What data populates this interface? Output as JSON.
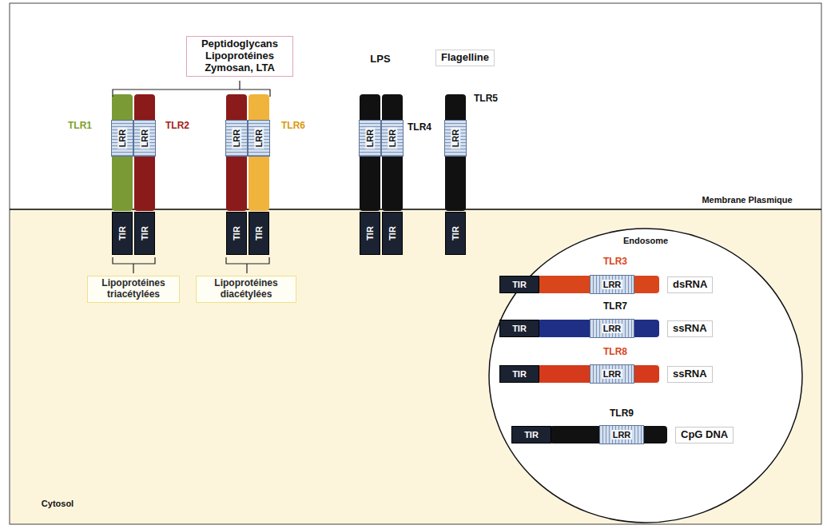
{
  "diagram": {
    "nodes": [
      {
        "text": [
          "Peptidoglycans Lipoprotéines Zymosan, LTA"
        ]
      },
      {
        "text": [
          "Flagelline"
        ]
      },
      {
        "text": [
          "LRR"
        ]
      },
      {
        "text": [
          "LRR"
        ]
      },
      {
        "text": [
          "LRR"
        ]
      },
      {
        "text": [
          "LRR"
        ]
      },
      {
        "text": [
          "LRR"
        ]
      },
      {
        "text": [
          "LRR"
        ]
      },
      {
        "text": [
          "LRR"
        ]
      },
      {
        "text": [
          "TIR"
        ]
      },
      {
        "text": [
          "TIR"
        ]
      },
      {
        "text": [
          "TIR"
        ]
      },
      {
        "text": [
          "TIR"
        ]
      },
      {
        "text": [
          "TIR"
        ]
      },
      {
        "text": [
          "TIR"
        ]
      },
      {
        "text": [
          "TIR"
        ]
      },
      {
        "text": [
          "Lipoprotéines triacétylées"
        ]
      },
      {
        "text": [
          "Lipoprotéines diacétylées"
        ]
      },
      {
        "text": [
          "Endosome"
        ]
      },
      {
        "text": [
          "TIR"
        ]
      },
      {
        "text": [
          "LRR"
        ],
        "in": 18
      },
      {
        "text": [
          "dsRNA"
        ],
        "in": 18
      },
      {
        "text": [
          "TIR"
        ]
      },
      {
        "text": [
          "LRR"
        ],
        "in": 18
      },
      {
        "text": [
          "ssRNA"
        ],
        "in": 18
      },
      {
        "text": [
          "TIR"
        ]
      },
      {
        "text": [
          "LRR"
        ],
        "in": 18
      },
      {
        "text": [
          "ssRNA"
        ],
        "in": 18
      },
      {
        "text": [
          "TIR"
        ]
      },
      {
        "text": [
          "LRR"
        ],
        "in": 18
      },
      {
        "text": [
          "CpG DNA"
        ],
        "in": 18
      }
    ],
    "labels": [
      "TLR1",
      "TLR2",
      "TLR6",
      "LPS",
      "TLR4",
      "TLR5",
      "Membrane Plasmique",
      "TLR3",
      "TLR7",
      "TLR8",
      "TLR9",
      "Cytosol"
    ]
  }
}
